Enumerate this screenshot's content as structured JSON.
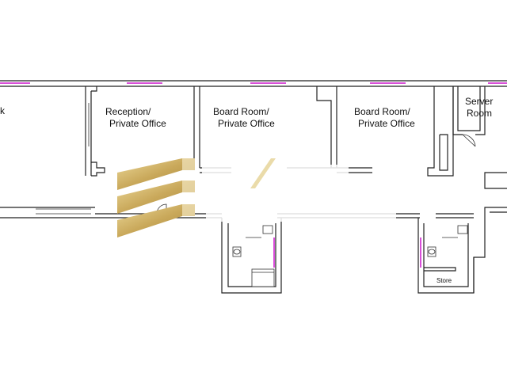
{
  "colors": {
    "wall": "#222222",
    "window": "#d94fd9",
    "logo_gold_light": "#e6cf8a",
    "logo_gold_dark": "#a8883b",
    "background": "#ffffff"
  },
  "rooms": {
    "partial_left_label": "k",
    "reception_line1": "Reception/",
    "reception_line2": "Private Office",
    "board1_line1": "Board Room/",
    "board1_line2": "Private Office",
    "board2_line1": "Board Room/",
    "board2_line2": "Private Office",
    "server_line1": "Server",
    "server_line2": "Room",
    "store": "Store"
  },
  "watermark": {
    "type": "logo",
    "icon": "stacked-gold-bars-logo"
  }
}
